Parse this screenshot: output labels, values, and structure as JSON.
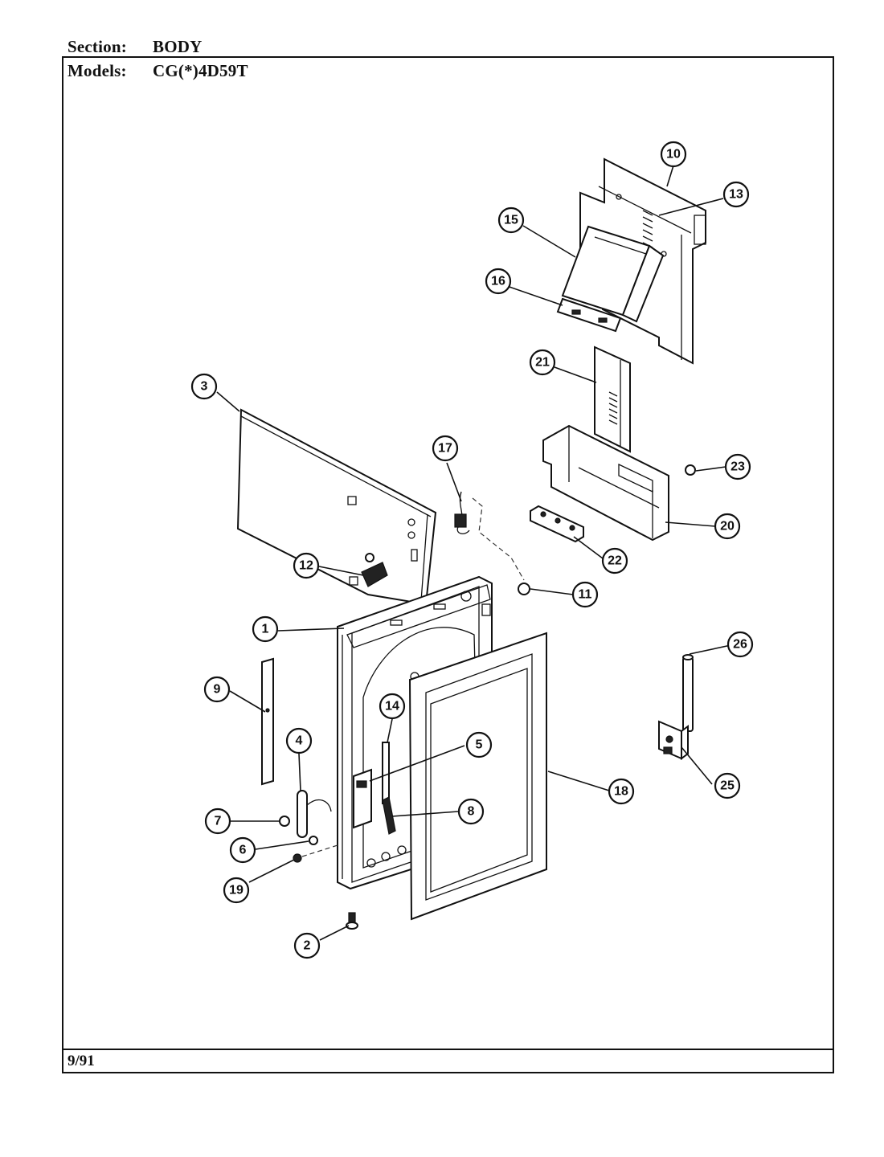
{
  "header": {
    "section_label": "Section:",
    "section_value": "BODY",
    "models_label": "Models:",
    "models_value": "CG(*)4D59T"
  },
  "footer": {
    "date": "9/91"
  },
  "callouts": {
    "c1": "1",
    "c2": "2",
    "c3": "3",
    "c4": "4",
    "c5": "5",
    "c6": "6",
    "c7": "7",
    "c8": "8",
    "c9": "9",
    "c10": "10",
    "c11": "11",
    "c12": "12",
    "c13": "13",
    "c14": "14",
    "c15": "15",
    "c16": "16",
    "c17": "17",
    "c18": "18",
    "c19": "19",
    "c20": "20",
    "c21": "21",
    "c22": "22",
    "c23": "23",
    "c25": "25",
    "c26": "26"
  }
}
